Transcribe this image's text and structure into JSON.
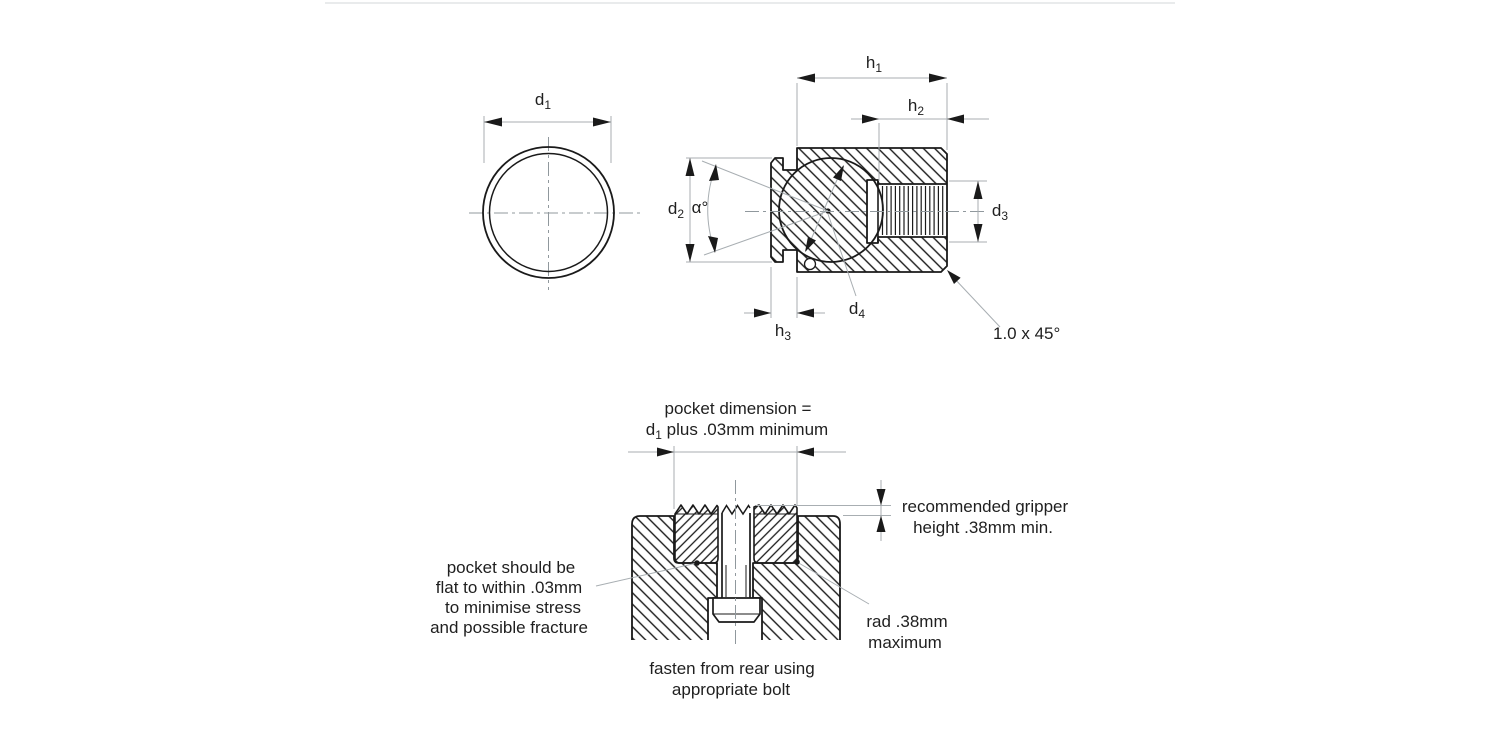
{
  "colors": {
    "line": "#1a1a1a",
    "thin_line": "#a8aeb2",
    "centerline": "#90989d",
    "text": "#1f1f1f",
    "background": "#ffffff"
  },
  "front_view": {
    "d1": {
      "base": "d",
      "sub": "1"
    }
  },
  "section_view": {
    "h1": {
      "base": "h",
      "sub": "1"
    },
    "h2": {
      "base": "h",
      "sub": "2"
    },
    "d2": {
      "base": "d",
      "sub": "2"
    },
    "alpha": "α°",
    "d3": {
      "base": "d",
      "sub": "3"
    },
    "d4": {
      "base": "d",
      "sub": "4"
    },
    "h3": {
      "base": "h",
      "sub": "3"
    },
    "chamfer_note": "1.0 x 45°"
  },
  "installation_view": {
    "pocket_dimension_note": {
      "line1": "pocket dimension =",
      "d_base": "d",
      "d_sub": "1",
      "line2_rest": " plus .03mm minimum"
    },
    "gripper_height_note": {
      "line1": "recommended gripper",
      "line2": "height .38mm min."
    },
    "flatness_note": {
      "line1": "pocket should be",
      "line2": "flat to within .03mm",
      "line3": "to minimise stress",
      "line4": "and possible fracture"
    },
    "radius_note": {
      "line1": "rad .38mm",
      "line2": "maximum"
    },
    "fastening_note": {
      "line1": "fasten from rear using",
      "line2": "appropriate bolt"
    }
  }
}
